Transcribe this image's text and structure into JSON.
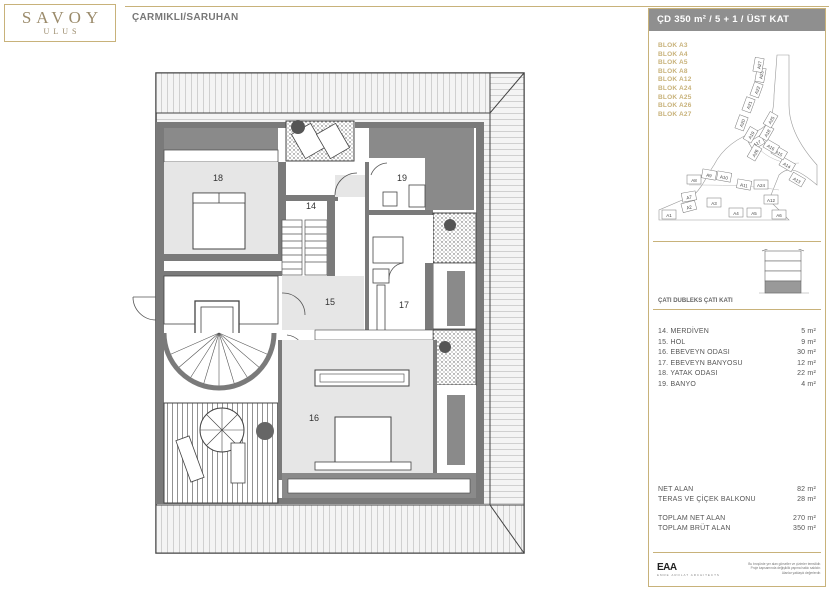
{
  "header": {
    "logo_main": "SAVOY",
    "logo_sub": "ULUS",
    "title": "ÇARMIKLI/SARUHAN"
  },
  "panel": {
    "heading": "ÇD 350 m² / 5 + 1 / ÜST KAT",
    "blocks": [
      "BLOK A3",
      "BLOK A4",
      "BLOK A5",
      "BLOK A8",
      "BLOK A12",
      "BLOK A24",
      "BLOK A25",
      "BLOK A26",
      "BLOK A27"
    ],
    "site_labels": [
      "A1",
      "A2",
      "A3",
      "A4",
      "A5",
      "A6",
      "A7",
      "A8",
      "A9",
      "A10",
      "A11",
      "A12",
      "A13",
      "A14",
      "A15",
      "A16",
      "A17",
      "A18",
      "A19",
      "A20",
      "A21",
      "A22",
      "A23",
      "A24",
      "A25",
      "A26",
      "A27"
    ],
    "section_label": "ÇATI DUBLEKS ÇATI KATI",
    "rooms": [
      {
        "name": "14. MERDİVEN",
        "area": "5 m²"
      },
      {
        "name": "15. HOL",
        "area": "9 m²"
      },
      {
        "name": "16. EBEVEYN ODASI",
        "area": "30 m²"
      },
      {
        "name": "17. EBEVEYN BANYOSU",
        "area": "12 m²"
      },
      {
        "name": "18. YATAK ODASI",
        "area": "22 m²"
      },
      {
        "name": "19. BANYO",
        "area": "4 m²"
      }
    ],
    "totals": [
      {
        "name": "NET ALAN",
        "area": "82 m²"
      },
      {
        "name": "TERAS VE ÇİÇEK BALKONU",
        "area": "28 m²"
      },
      {
        "name": "TOPLAM NET ALAN",
        "area": "270 m²"
      },
      {
        "name": "TOPLAM BRÜT ALAN",
        "area": "350 m²"
      }
    ],
    "brand": "EAA",
    "brand_sub": "EMRE AROLAT ARCHITECTS",
    "disclaimer": "Bu broşürde yer alan görseller ve çizimler temsilidir. Proje kapsamında değişiklik yapma hakkı saklıdır. Alanlar yaklaşık değerlerdir."
  },
  "plan": {
    "rooms": {
      "r14": "14",
      "r15": "15",
      "r16": "16",
      "r17": "17",
      "r18": "18",
      "r19": "19"
    }
  }
}
